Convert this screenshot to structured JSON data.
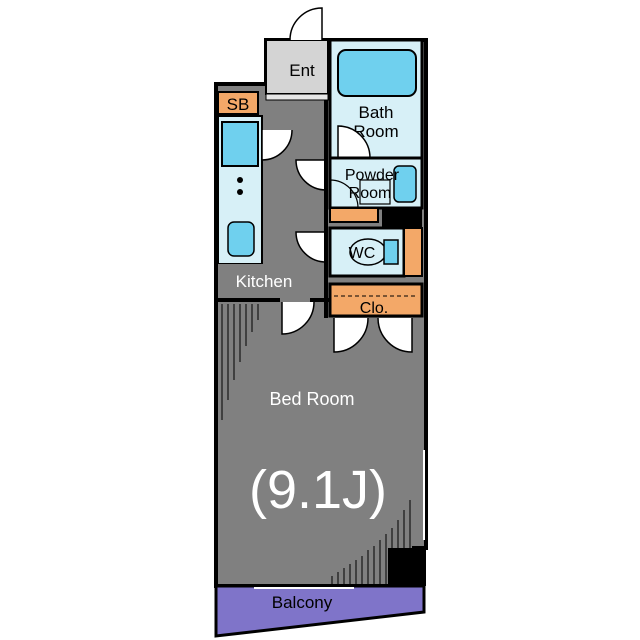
{
  "rooms": {
    "entrance": "Ent",
    "shoe_box": "SB",
    "bath_line1": "Bath",
    "bath_line2": "Room",
    "powder_line1": "Powder",
    "powder_line2": "Room",
    "wc": "WC",
    "kitchen": "Kitchen",
    "closet": "Clo.",
    "bedroom": "Bed Room",
    "bedroom_size": "(9.1J)",
    "balcony": "Balcony"
  },
  "colors": {
    "floor": "#808080",
    "wall": "#000000",
    "wet_area": "#d7f0f7",
    "fixture": "#6fd0ee",
    "storage": "#f3a868",
    "balcony": "#7f74c9",
    "entrance": "#d4d4d4"
  }
}
